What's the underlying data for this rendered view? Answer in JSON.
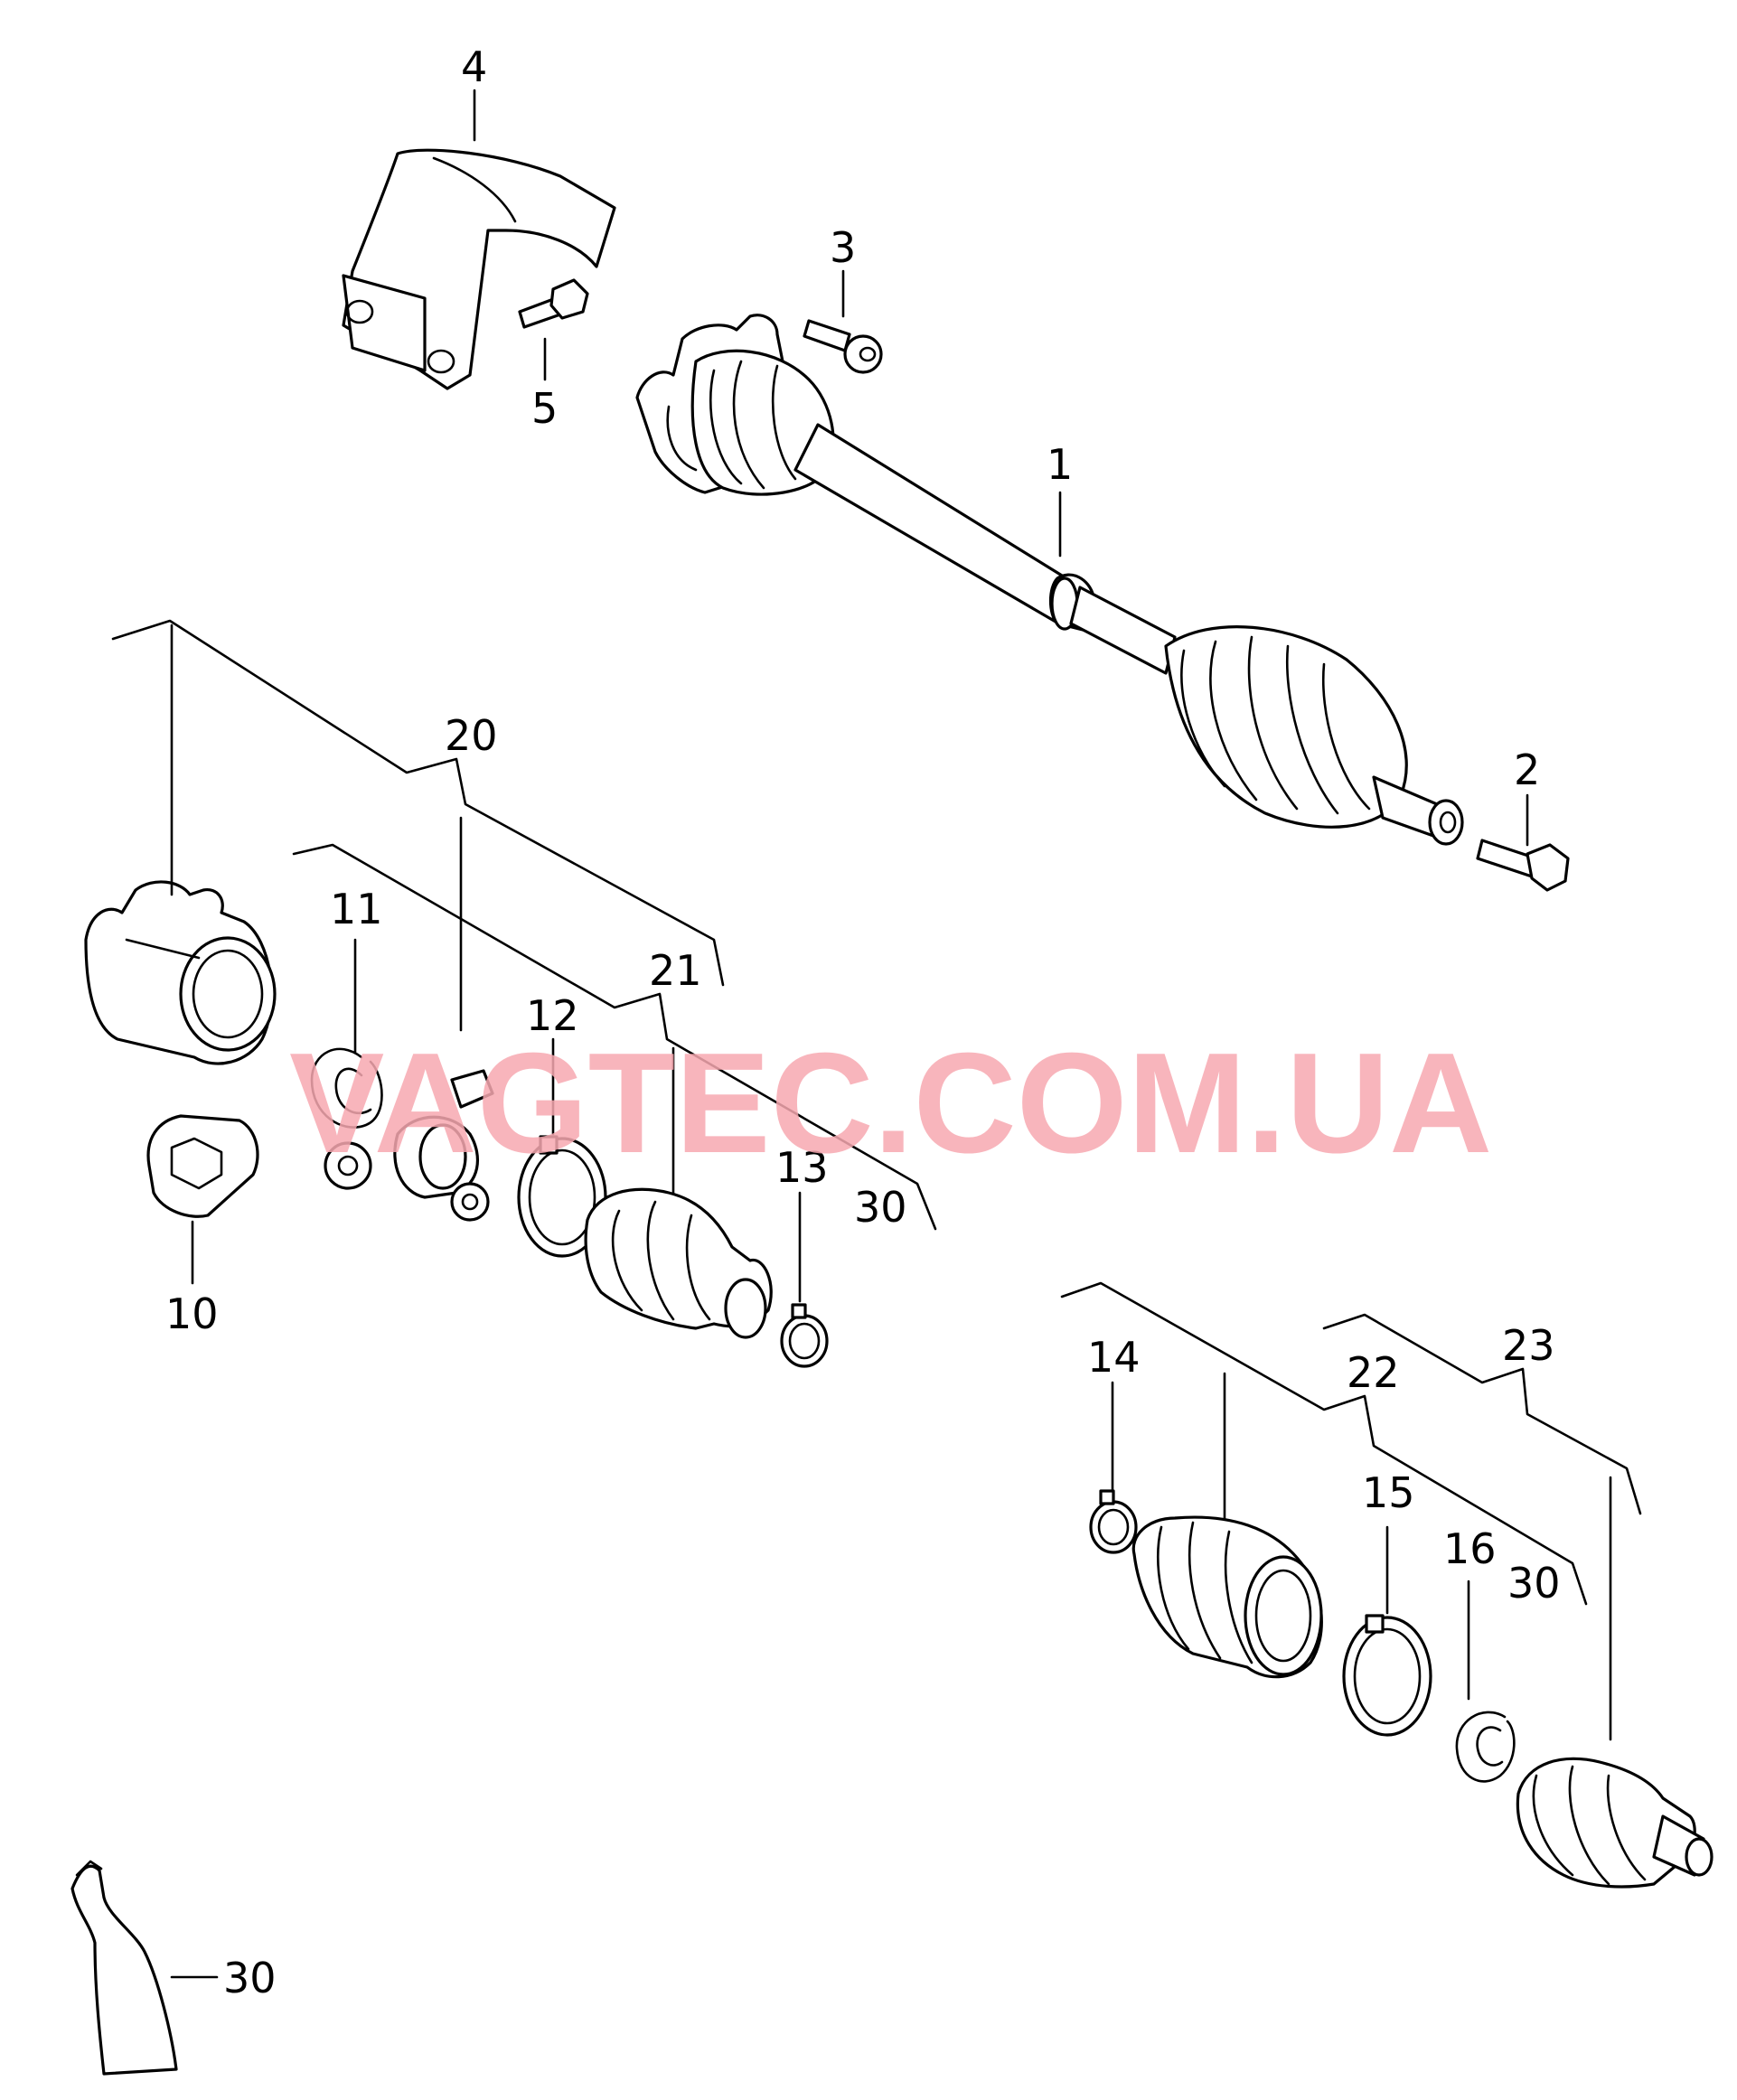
{
  "watermark": "VAGTEC.COM.UA",
  "callouts": {
    "c1": "1",
    "c2": "2",
    "c3": "3",
    "c4": "4",
    "c5": "5",
    "c10": "10",
    "c11": "11",
    "c12": "12",
    "c13": "13",
    "c14": "14",
    "c15": "15",
    "c16": "16",
    "c20": "20",
    "c21": "21",
    "c22": "22",
    "c23": "23",
    "c30a": "30",
    "c30b": "30",
    "c30c": "30"
  },
  "colors": {
    "line": "#000000",
    "background": "#ffffff",
    "watermark": "#f7a9b1"
  }
}
